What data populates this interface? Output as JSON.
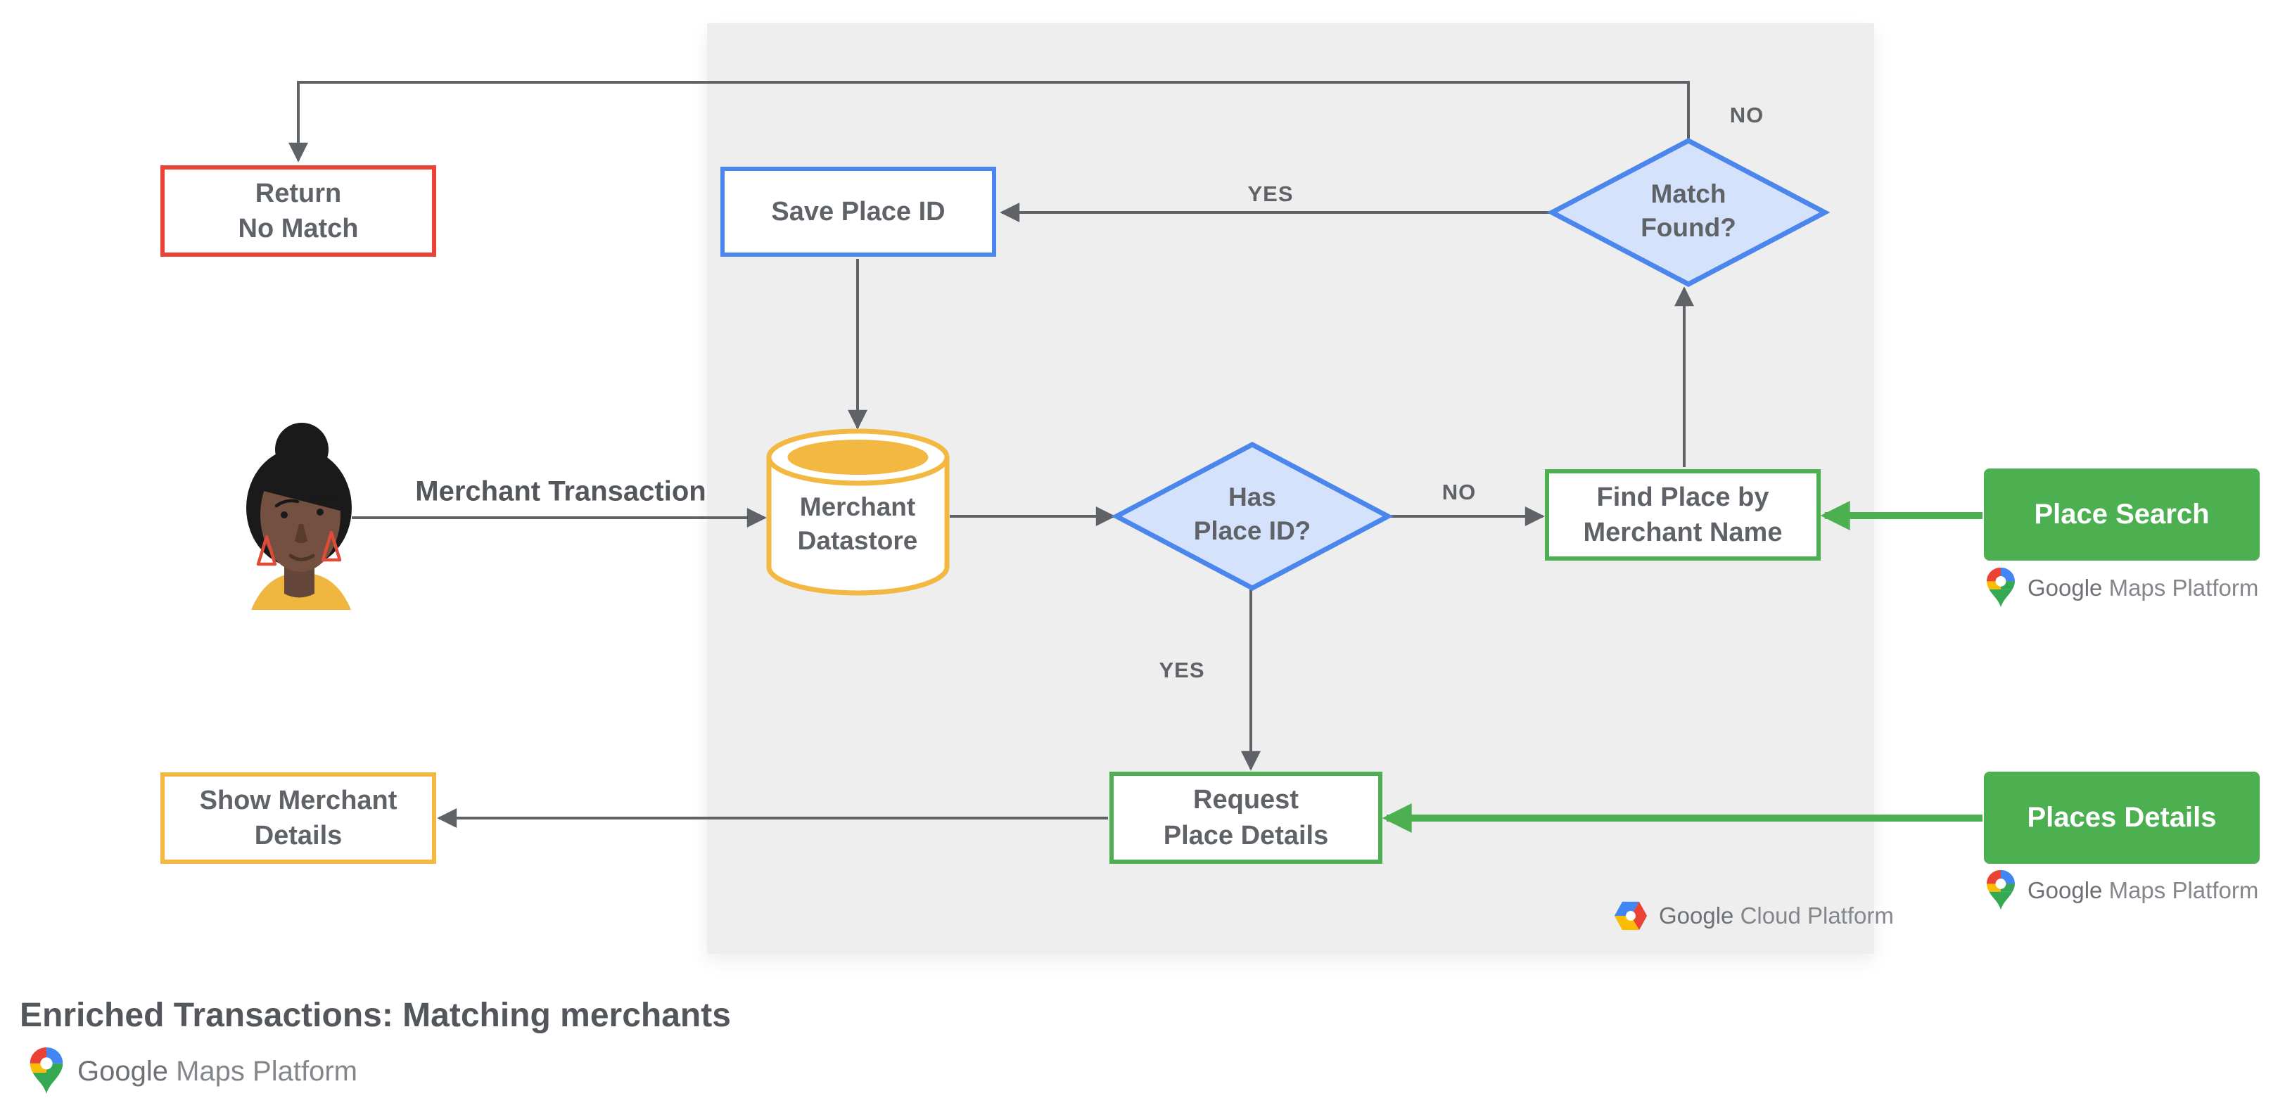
{
  "title": "Enriched Transactions: Matching merchants",
  "nodes": {
    "return_no_match": "Return\nNo Match",
    "save_place_id": "Save Place ID",
    "match_found": "Match\nFound?",
    "merchant_datastore": "Merchant\nDatastore",
    "has_place_id": "Has\nPlace ID?",
    "find_place": "Find Place by\nMerchant Name",
    "place_search": "Place Search",
    "request_place_details": "Request\nPlace Details",
    "places_details": "Places Details",
    "show_merchant_details": "Show Merchant\nDetails"
  },
  "edge_labels": {
    "match_found_no": "NO",
    "match_found_yes": "YES",
    "has_place_id_no": "NO",
    "has_place_id_yes": "YES",
    "merchant_transaction": "Merchant Transaction"
  },
  "logos": {
    "maps_google": "Google",
    "maps_rest": "Maps Platform",
    "cloud_google": "Google",
    "cloud_rest": "Cloud Platform"
  },
  "colors": {
    "red": "#E94335",
    "blue": "#4A86EC",
    "blue_fill": "#D5E2FB",
    "yellow": "#F2B841",
    "green": "#4CAF50",
    "line": "#5F6368",
    "label": "#5F6368",
    "dark_text": "#53575B",
    "panel": "#EEEEEE",
    "logo_dark": "#6D7175",
    "logo_light": "#83878B",
    "pin_red": "#EA4335",
    "pin_blue": "#4285F4",
    "pin_yellow": "#FBBC04",
    "pin_green": "#34A853",
    "skin": "#73503F",
    "skin_dark": "#573B2D",
    "hair": "#1A1A1A",
    "shirt": "#EFB73F",
    "earring": "#DE4B38"
  }
}
